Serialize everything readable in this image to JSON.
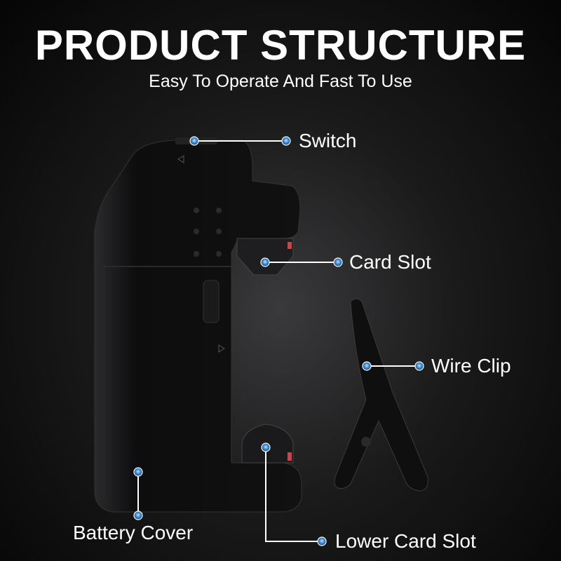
{
  "header": {
    "title": "PRODUCT STRUCTURE",
    "subtitle": "Easy To Operate And Fast To Use"
  },
  "callouts": {
    "switch": "Switch",
    "card_slot": "Card Slot",
    "wire_clip": "Wire Clip",
    "battery_cover": "Battery Cover",
    "lower_card_slot": "Lower Card Slot"
  },
  "colors": {
    "dot": "#4a9be0",
    "line": "#ffffff",
    "device": "#0c0c0d"
  }
}
